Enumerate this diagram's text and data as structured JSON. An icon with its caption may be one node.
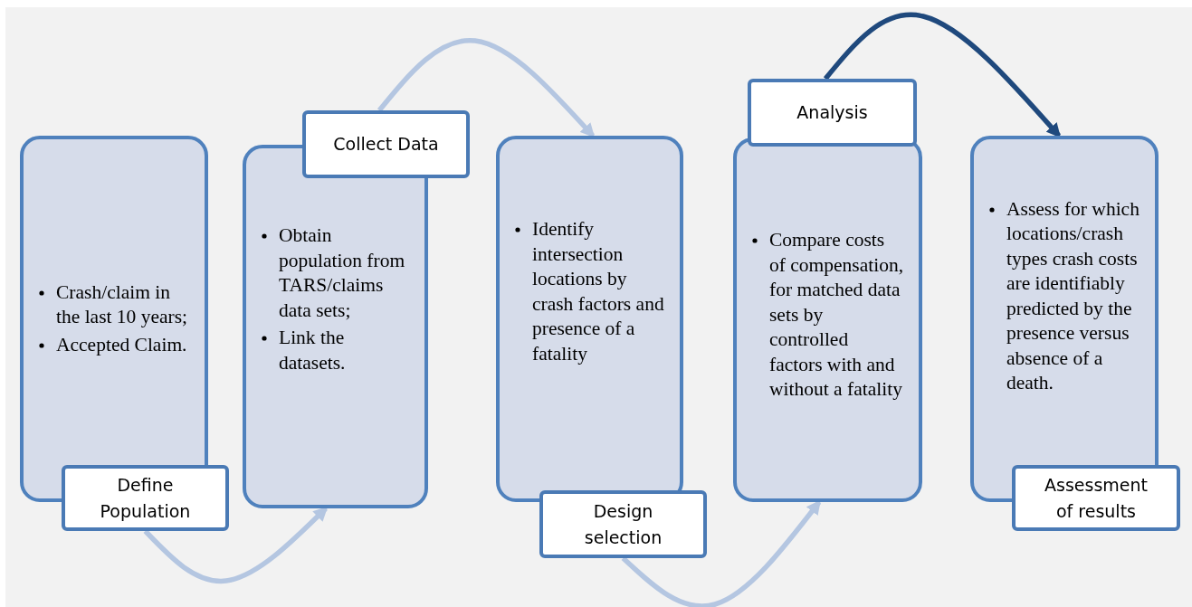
{
  "diagram": {
    "nodes": [
      {
        "text": [
          "Crash/claim in the last 10 years;",
          "Accepted Claim."
        ]
      },
      {
        "text": [
          "Define Population"
        ]
      },
      {
        "text": [
          "Obtain population from TARS/claims data sets;",
          "Link the datasets."
        ]
      },
      {
        "text": [
          "Collect Data"
        ]
      },
      {
        "text": [
          "Identify intersection locations by crash factors and presence of a fatality"
        ]
      },
      {
        "text": [
          "Design selection"
        ]
      },
      {
        "text": [
          "Compare costs of compensation, for matched data sets by controlled factors with and without a fatality"
        ]
      },
      {
        "text": [
          "Analysis"
        ]
      },
      {
        "text": [
          "Assess for which locations/crash types crash costs are identifiably predicted by the presence versus absence of a death."
        ]
      },
      {
        "text": [
          "Assessment of results"
        ]
      }
    ],
    "edges": [
      {
        "from": 1,
        "to": 2,
        "arrow": "to"
      },
      {
        "from": 3,
        "to": 4,
        "arrow": "to"
      },
      {
        "from": 5,
        "to": 6,
        "arrow": "to"
      },
      {
        "from": 7,
        "to": 8,
        "arrow": "to",
        "color": "#1f497d"
      }
    ]
  }
}
